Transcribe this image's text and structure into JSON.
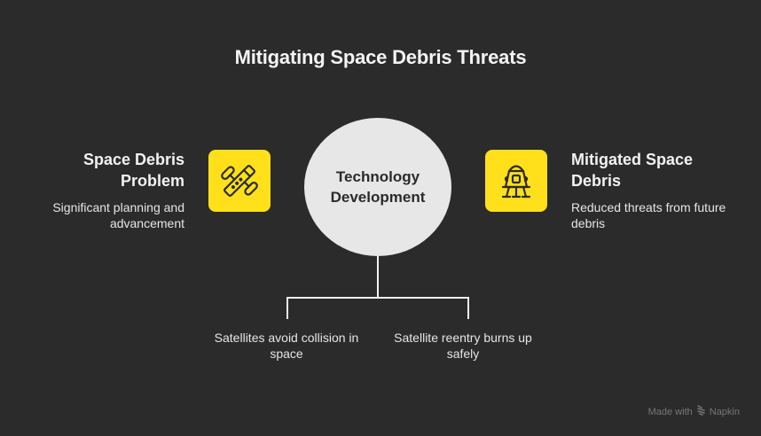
{
  "title": "Mitigating Space Debris Threats",
  "left": {
    "title": "Space Debris Problem",
    "description": "Significant planning and advancement",
    "icon": "satellite-icon"
  },
  "center": {
    "label": "Technology Development"
  },
  "right": {
    "title": "Mitigated Space Debris",
    "description": "Reduced threats from future debris",
    "icon": "space-capsule-icon"
  },
  "branches": [
    {
      "label": "Satellites avoid collision in space"
    },
    {
      "label": "Satellite reentry burns up safely"
    }
  ],
  "footer": {
    "made_with": "Made with",
    "brand": "Napkin",
    "icon": "napkin-logo-icon"
  },
  "colors": {
    "background": "#2b2b2b",
    "accent": "#ffe01b",
    "circle": "#e7e7e7",
    "text": "#f2f2f2"
  }
}
